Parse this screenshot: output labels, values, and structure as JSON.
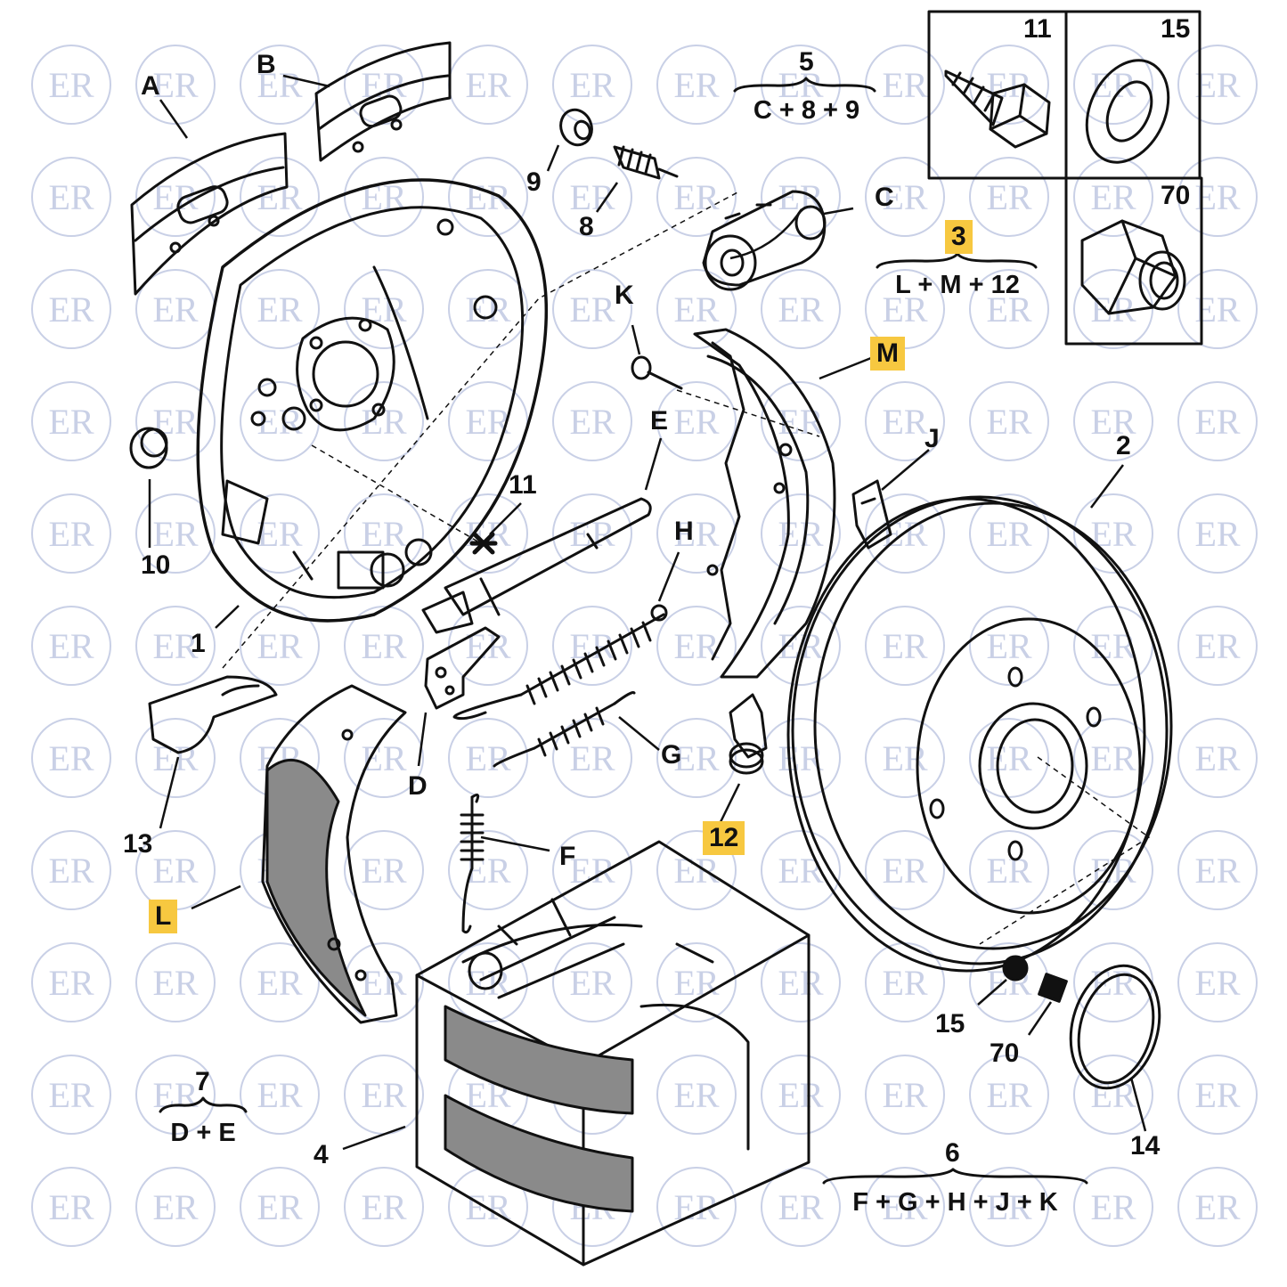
{
  "title": "",
  "colors": {
    "line": "#111111",
    "highlight": "#f7c840",
    "lining": "#8a8a8a",
    "watermark": "#c9d0e6"
  },
  "watermark": {
    "text": "ER"
  },
  "labels": {
    "A": "A",
    "B": "B",
    "C": "C",
    "D": "D",
    "E": "E",
    "F": "F",
    "G": "G",
    "H": "H",
    "J": "J",
    "K": "K",
    "L": "L",
    "M": "M",
    "n1": "1",
    "n2": "2",
    "n3": "3",
    "n4": "4",
    "n5": "5",
    "n6": "6",
    "n7": "7",
    "n8": "8",
    "n9": "9",
    "n10": "10",
    "n11": "11",
    "n12": "12",
    "n13": "13",
    "n14": "14",
    "n15": "15",
    "n70": "70"
  },
  "combos": {
    "c5": "C + 8 + 9",
    "c3": "L + M + 12",
    "c7": "D + E",
    "c6": "F + G + H + J + K"
  },
  "fastener_box": {
    "cells": [
      "11",
      "15",
      "70"
    ]
  },
  "highlighted": [
    "3",
    "M",
    "12",
    "L"
  ]
}
